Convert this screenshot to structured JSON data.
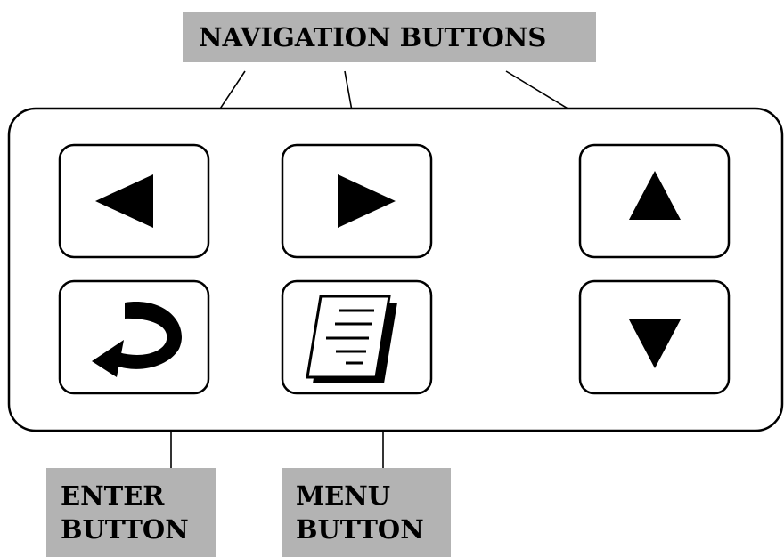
{
  "labels": {
    "navigation": "NAVIGATION BUTTONS",
    "enter_line1": "ENTER",
    "enter_line2": "BUTTON",
    "menu_line1": "MENU",
    "menu_line2": "BUTTON"
  },
  "buttons": [
    {
      "name": "left-arrow-button",
      "icon": "left-arrow-icon"
    },
    {
      "name": "right-arrow-button",
      "icon": "right-arrow-icon"
    },
    {
      "name": "up-arrow-button",
      "icon": "up-arrow-icon"
    },
    {
      "name": "enter-button",
      "icon": "enter-return-icon"
    },
    {
      "name": "menu-button",
      "icon": "menu-document-icon"
    },
    {
      "name": "down-arrow-button",
      "icon": "down-arrow-icon"
    }
  ],
  "colors": {
    "label_background": "#b3b3b3",
    "stroke": "#000000",
    "background": "#ffffff"
  }
}
